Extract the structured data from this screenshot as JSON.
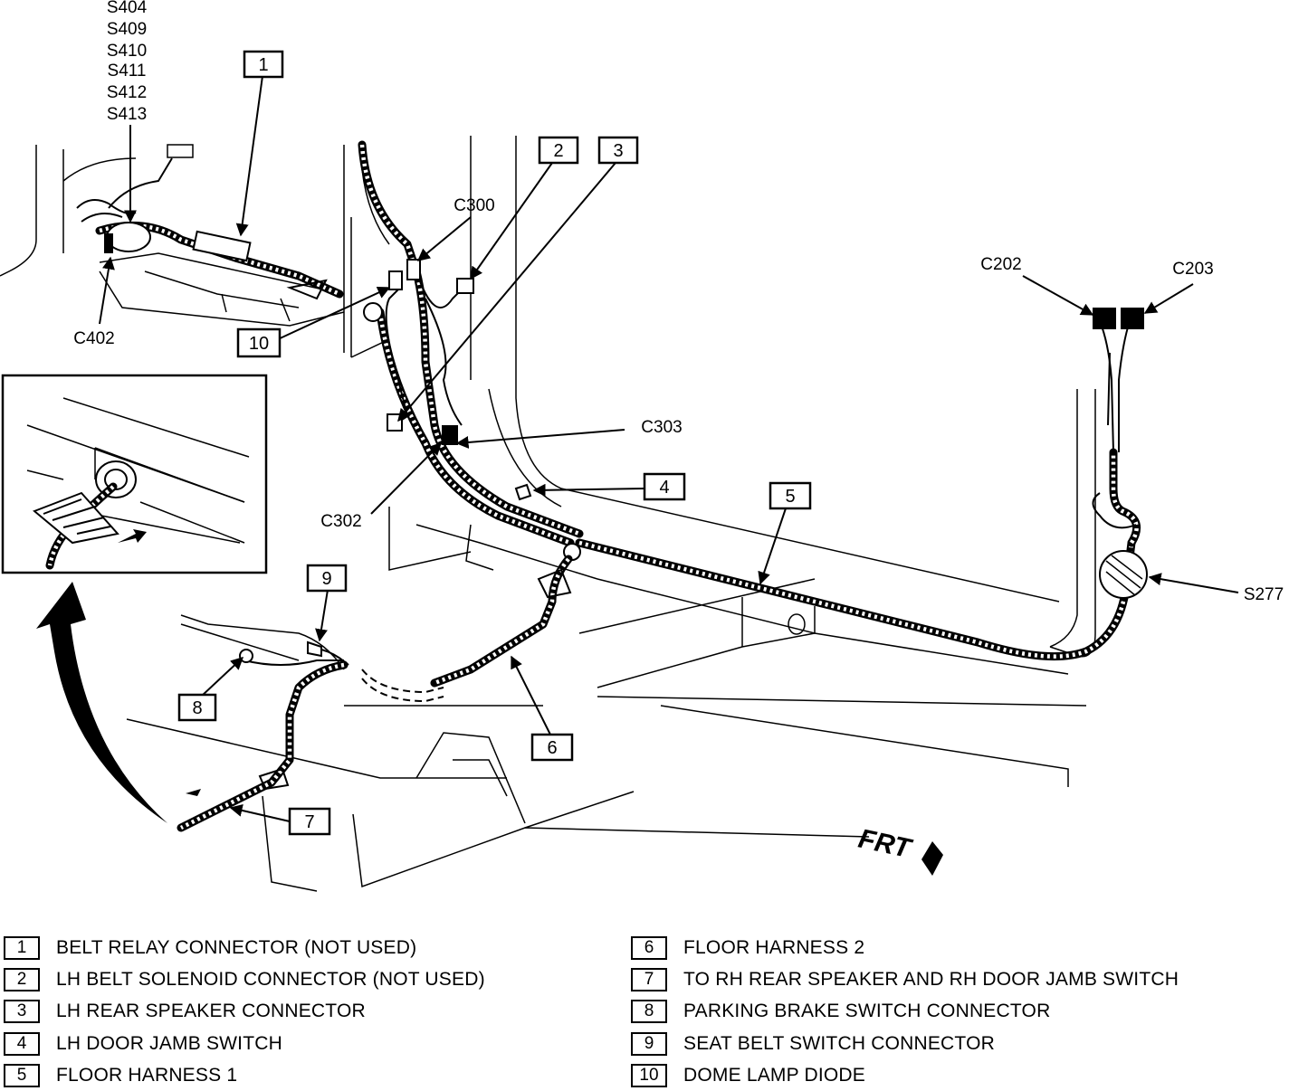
{
  "splices_top": [
    "S404",
    "S409",
    "S410",
    "S411",
    "S412",
    "S413"
  ],
  "connectors": {
    "c402": "C402",
    "c300": "C300",
    "c303": "C303",
    "c302": "C302",
    "c202": "C202",
    "c203": "C203",
    "s277": "S277"
  },
  "callouts": [
    "1",
    "2",
    "3",
    "4",
    "5",
    "6",
    "7",
    "8",
    "9",
    "10"
  ],
  "frt": "FRT",
  "legend": [
    {
      "num": "1",
      "text": "BELT RELAY CONNECTOR (NOT USED)"
    },
    {
      "num": "2",
      "text": "LH BELT SOLENOID CONNECTOR (NOT USED)"
    },
    {
      "num": "3",
      "text": "LH REAR SPEAKER CONNECTOR"
    },
    {
      "num": "4",
      "text": "LH DOOR JAMB SWITCH"
    },
    {
      "num": "5",
      "text": "FLOOR HARNESS 1"
    },
    {
      "num": "6",
      "text": "FLOOR HARNESS 2"
    },
    {
      "num": "7",
      "text": "TO RH REAR SPEAKER AND RH DOOR JAMB SWITCH"
    },
    {
      "num": "8",
      "text": "PARKING BRAKE SWITCH CONNECTOR"
    },
    {
      "num": "9",
      "text": "SEAT BELT SWITCH CONNECTOR"
    },
    {
      "num": "10",
      "text": "DOME LAMP DIODE"
    }
  ]
}
